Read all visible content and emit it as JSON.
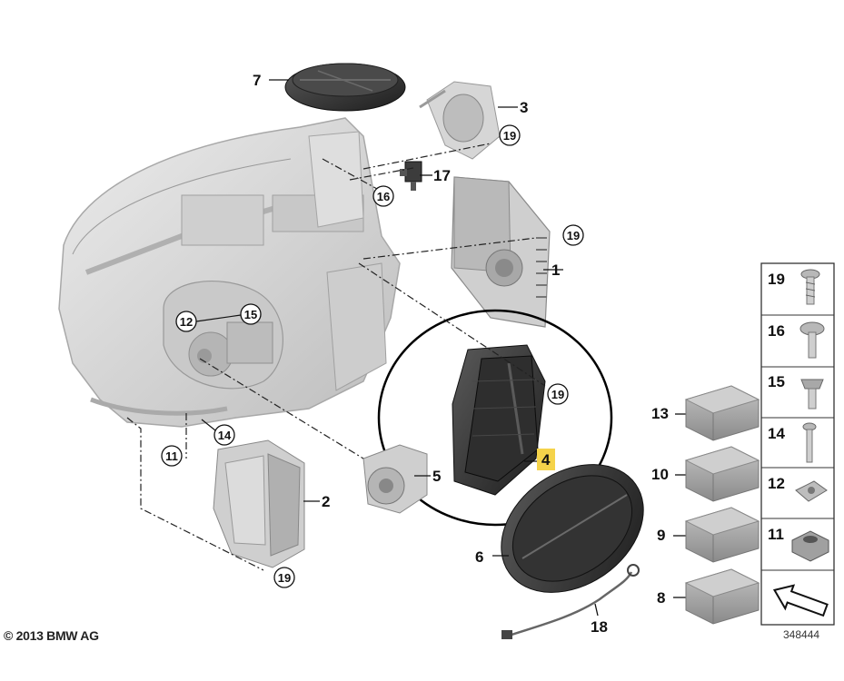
{
  "callouts": {
    "c1": "1",
    "c2": "2",
    "c3": "3",
    "c4": "4",
    "c5": "5",
    "c6": "6",
    "c7": "7",
    "c8": "8",
    "c9": "9",
    "c10": "10",
    "c11": "11",
    "c12": "12",
    "c13": "13",
    "c14": "14",
    "c15": "15",
    "c16": "16",
    "c17": "17",
    "c18": "18",
    "c19": "19"
  },
  "side_panel": [
    "19",
    "16",
    "15",
    "14",
    "12",
    "11"
  ],
  "highlight": {
    "label": "4",
    "color": "#f5d34a"
  },
  "copyright": "© 2013 BMW AG",
  "diagram_id": "348444",
  "colors": {
    "part_dark": "#3a3a3a",
    "housing_light": "#d9d9d9",
    "box_gray": "#9b9b9b"
  }
}
